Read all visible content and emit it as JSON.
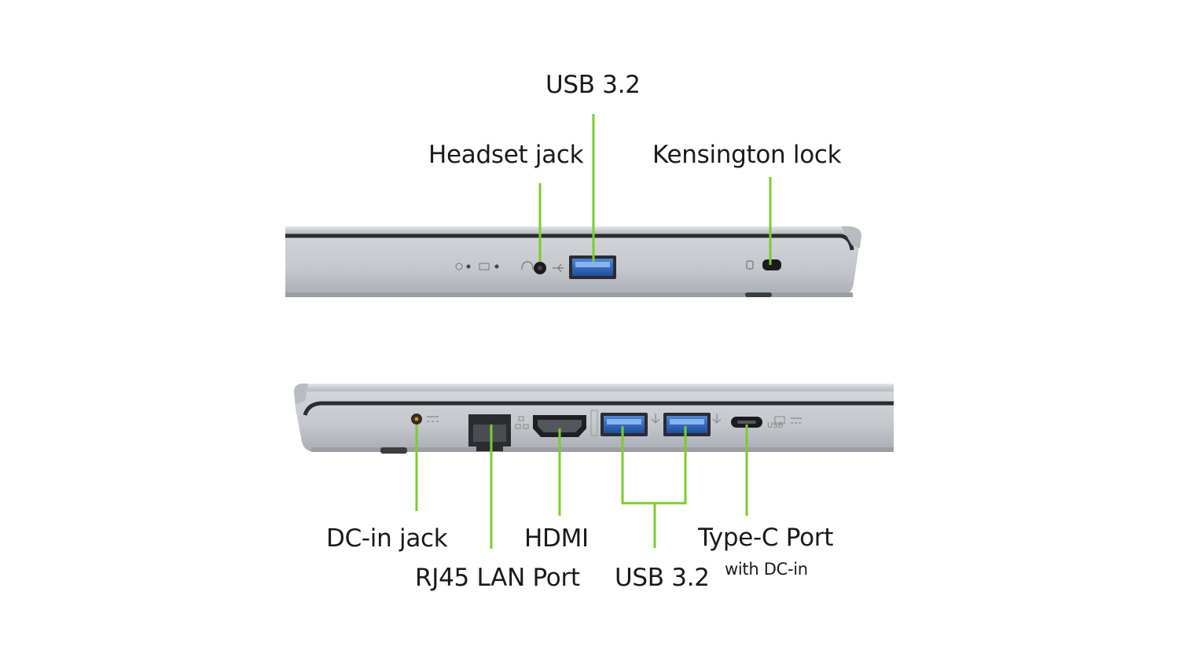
{
  "accent_color": "#7ccc2e",
  "top_view": {
    "labels": {
      "usb": "USB 3.2",
      "headset": "Headset jack",
      "kensington": "Kensington lock"
    },
    "icons": [
      "power-led-icon",
      "battery-led-icon",
      "headset-icon",
      "usb-symbol-icon",
      "kensington-lock-icon"
    ]
  },
  "bottom_view": {
    "labels": {
      "dc_in": "DC-in jack",
      "rj45": "RJ45 LAN Port",
      "hdmi": "HDMI",
      "usb": "USB 3.2",
      "typec": "Type-C Port",
      "typec_sub": "with DC-in"
    },
    "icons": [
      "dc-in-icon",
      "network-icon",
      "hdmi-icon",
      "usb-symbol-icon",
      "usb-c-icon"
    ]
  }
}
